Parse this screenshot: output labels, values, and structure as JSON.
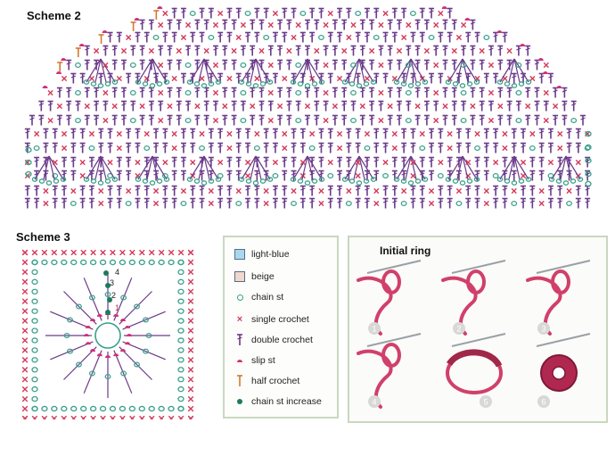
{
  "scheme2": {
    "title": "Scheme 2"
  },
  "scheme3": {
    "title": "Scheme 3",
    "row_numbers": [
      "4",
      "3",
      "2",
      "1"
    ]
  },
  "legend": {
    "items": [
      {
        "label": "light-blue",
        "symbol": "swatch",
        "color": "#a8d8ec"
      },
      {
        "label": "beige",
        "symbol": "swatch",
        "color": "#f0d8cc"
      },
      {
        "label": "chain st",
        "symbol": "circle",
        "color": "#3aa08a"
      },
      {
        "label": "single crochet",
        "symbol": "x",
        "color": "#d43a5a"
      },
      {
        "label": "double crochet",
        "symbol": "double",
        "color": "#6a3a8a"
      },
      {
        "label": "slip st",
        "symbol": "slip",
        "color": "#d0307a"
      },
      {
        "label": "half crochet",
        "symbol": "half",
        "color": "#d07a30"
      },
      {
        "label": "chain st increase",
        "symbol": "dot",
        "color": "#1e7a5a"
      }
    ]
  },
  "initial_ring": {
    "title": "Initial ring",
    "steps": [
      "1",
      "2",
      "3",
      "4",
      "5",
      "6"
    ],
    "yarn_color": "#d0406a"
  },
  "colors": {
    "double": "#6a3a8a",
    "single": "#d43a5a",
    "chain": "#3aa08a",
    "slip": "#d0307a",
    "half": "#d07a30",
    "increase": "#1e7a5a",
    "panel_border": "#c9d8bf"
  }
}
